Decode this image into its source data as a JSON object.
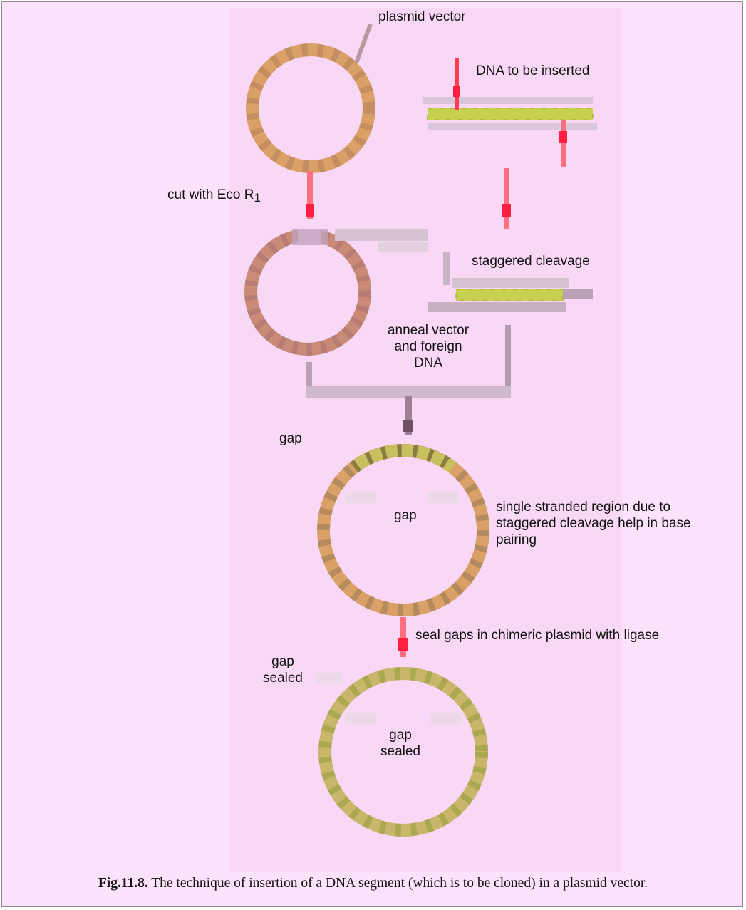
{
  "labels": {
    "plasmid_vector": "plasmid vector",
    "dna_to_be_inserted": "DNA to be inserted",
    "cut_with_eco": "cut with Eco R",
    "cut_with_eco_subscript": "1",
    "staggered_cleavage": "staggered cleavage",
    "anneal_line1": "anneal vector",
    "anneal_line2": "and foreign",
    "anneal_line3": "DNA",
    "gap_outer": "gap",
    "gap_inner": "gap",
    "single_stranded_line1": "single stranded region due to",
    "single_stranded_line2": "staggered cleavage help in base",
    "single_stranded_line3": "pairing",
    "seal_gaps": "seal gaps in chimeric plasmid with ligase",
    "gap_sealed_outer_line1": "gap",
    "gap_sealed_outer_line2": "sealed",
    "gap_sealed_inner_line1": "gap",
    "gap_sealed_inner_line2": "sealed"
  },
  "caption": {
    "figure_number": "Fig.11.8.",
    "text": " The technique of insertion of a DNA segment (which is to be cloned) in a plasmid vector."
  },
  "colors": {
    "background": "#fde2fb",
    "panel": "#f9d8f5",
    "plasmid_ring": "#d9a068",
    "cut_ring": "#c98a78",
    "insert_dna": "#c8d050",
    "strand_grey": "#c9b4c6",
    "arrow_red": "#ff3040",
    "chimeric_ring": "#c8c060"
  }
}
